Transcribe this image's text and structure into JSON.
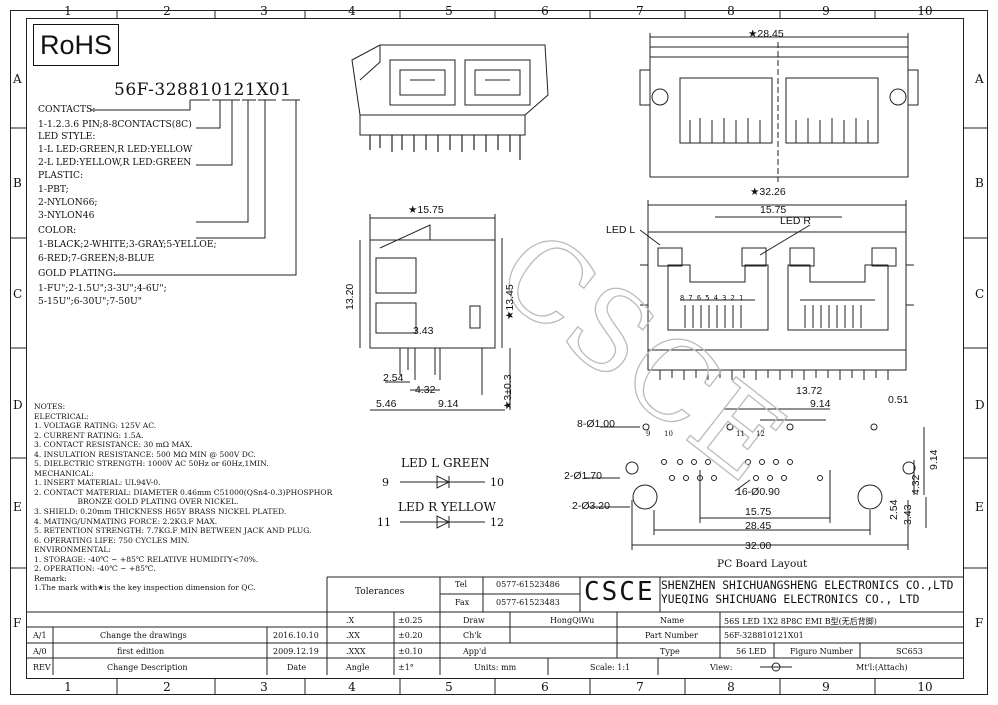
{
  "grid": {
    "cols": [
      "1",
      "2",
      "3",
      "4",
      "5",
      "6",
      "7",
      "8",
      "9",
      "10"
    ],
    "rows": [
      "A",
      "B",
      "C",
      "D",
      "E",
      "F"
    ]
  },
  "rohs": "RoHS",
  "part_code": "56F-328810121X01",
  "spec": {
    "contacts_h": "CONTACTS:",
    "contacts": "1-1.2.3.6 PIN;8-8CONTACTS(8C)",
    "led_h": "LED STYLE:",
    "led1": "1-L LED:GREEN,R LED:YELLOW",
    "led2": "2-L LED:YELLOW,R LED:GREEN",
    "plastic_h": "PLASTIC:",
    "plastic1": "1-PBT;",
    "plastic2": "2-NYLON66;",
    "plastic3": "3-NYLON46",
    "color_h": "COLOR:",
    "color1": "1-BLACK;2-WHITE;3-GRAY;5-YELLOE;",
    "color2": "6-RED;7-GREEN;8-BLUE",
    "gold_h": "GOLD PLATING:",
    "gold1": "1-FU\";2-1.5U\";3-3U\";4-6U\";",
    "gold2": "5-15U\";6-30U\";7-50U\""
  },
  "notes": "NOTES:\nELECTRICAL:\n1. VOLTAGE RATING: 125V AC.\n2. CURRENT RATING: 1.5A.\n3. CONTACT RESISTANCE: 30 mΩ MAX.\n4. INSULATION RESISTANCE: 500 MΩ MIN @ 500V DC.\n5. DIELECTRIC STRENGTH: 1000V AC 50Hz or 60Hz,1MIN.\nMECHANICAL:\n1. INSERT MATERIAL: UL94V-0.\n2. CONTACT MATERIAL: DIAMETER 0.46mm C51000(QSn4-0.3)PHOSPHOR\n                  BRONZE GOLD PLATING OVER NICKEL.\n3. SHIELD: 0.20mm THICKNESS H65Y BRASS NICKEL PLATED.\n4. MATING/UNMATING FORCE: 2.2KG.F MAX.\n5. RETENTION STRENGTH: 7.7KG.F MIN BETWEEN JACK AND PLUG.\n6. OPERATING LIFE: 750 CYCLES MIN.\nENVIRONMENTAL:\n1. STORAGE: -40℃ ~ +85℃ RELATIVE HUMIDITY<70%.\n2. OPERATION: -40℃ ~ +85℃.\nRemark:\n1.The mark with★is the key inspection dimension for QC.",
  "dims": {
    "top_width": "★28.45",
    "side_width": "★15.75",
    "side_height": "13.20",
    "side_height2": "★13.45",
    "d343": "3.43",
    "d254": "2.54",
    "d432": "4.32",
    "d546": "5.46",
    "d914": "9.14",
    "d3": "★3±0.3",
    "front_width": "★32.26",
    "front_inner": "15.75",
    "led_l": "LED L",
    "led_r": "LED R",
    "pin_numbers": "8 7 6 5 4 3 2 1",
    "pcb_1372": "13.72",
    "pcb_914": "9.14",
    "pcb_051": "0.51",
    "pcb_h1": "8-Ø1.00",
    "pcb_h2": "2-Ø1.70",
    "pcb_h3": "2-Ø3.20",
    "pcb_h4": "16-Ø0.90",
    "pcb_1575": "15.75",
    "pcb_2845": "28.45",
    "pcb_3200": "32.00",
    "pcb_914v": "9.14",
    "pcb_432v": "4.32",
    "pcb_254v": "2.54",
    "pcb_343v": "3.43",
    "pcb_title": "PC Board Layout",
    "pin9": "9",
    "pin10": "10",
    "pin11": "11",
    "pin12": "12"
  },
  "led_legend": {
    "green": "LED L GREEN",
    "yellow": "LED R YELLOW",
    "p9": "9",
    "p10": "10",
    "p11": "11",
    "p12": "12"
  },
  "title_block": {
    "tolerances": "Tolerances",
    "tel_l": "Tel",
    "tel_v": "0577-61523486",
    "fax_l": "Fax",
    "fax_v": "0577-61523483",
    "logo": "CSCE",
    "company1": "SHENZHEN SHICHUANGSHENG ELECTRONICS CO.,LTD",
    "company2": "YUEQING SHICHUANG ELECTRONICS CO., LTD",
    "x1": ".X",
    "t1": "±0.25",
    "x2": ".XX",
    "t2": "±0.20",
    "x3": ".XXX",
    "t3": "±0.10",
    "angle": "Angle",
    "ta": "±1°",
    "draw": "Draw",
    "draw_v": "HongQiWu",
    "chk": "Ch'k",
    "appd": "App'd",
    "units": "Units: mm",
    "scale": "Scale: 1:1",
    "view": "View:",
    "name_l": "Name",
    "name_v": "56S LED 1X2 8P8C EMI B型(无后背脚)",
    "pn_l": "Part Number",
    "pn_v": "56F-328810121X01",
    "type_l": "Type",
    "type_v": "56 LED",
    "fig_l": "Figuro Number",
    "fig_v": "SC653",
    "mt": "Mt'l:(Attach)",
    "rev1": "A/1",
    "rev1_d": "Change the drawings",
    "rev1_date": "2016.10.10",
    "rev0": "A/0",
    "rev0_d": "first edition",
    "rev0_date": "2009.12.19",
    "rev_h": "REV",
    "desc_h": "Change Description",
    "date_h": "Date"
  }
}
